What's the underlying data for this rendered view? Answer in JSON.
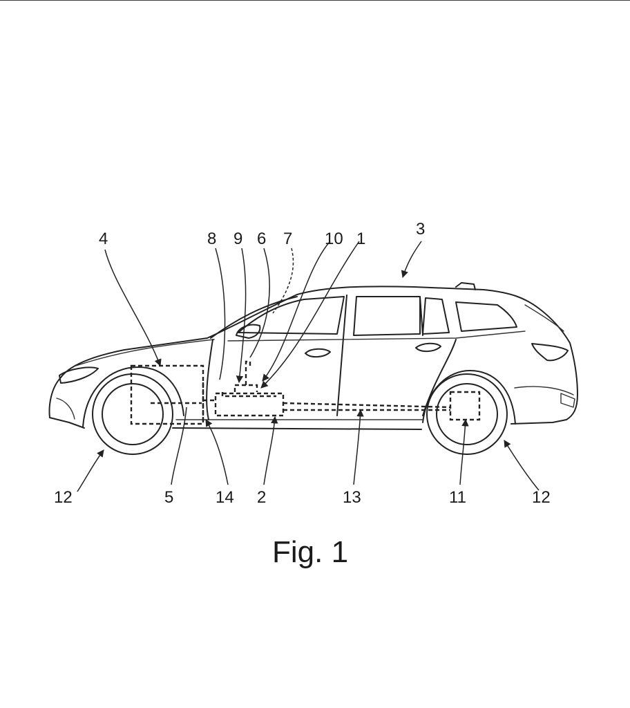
{
  "figure": {
    "caption": "Fig. 1"
  },
  "reference_numerals": {
    "n1": "1",
    "n2": "2",
    "n3": "3",
    "n4": "4",
    "n5": "5",
    "n6": "6",
    "n7": "7",
    "n8": "8",
    "n9": "9",
    "n10": "10",
    "n11": "11",
    "n12_front": "12",
    "n12_rear": "12",
    "n13": "13",
    "n14": "14"
  },
  "colors": {
    "line": "#222222",
    "background": "#ffffff"
  }
}
